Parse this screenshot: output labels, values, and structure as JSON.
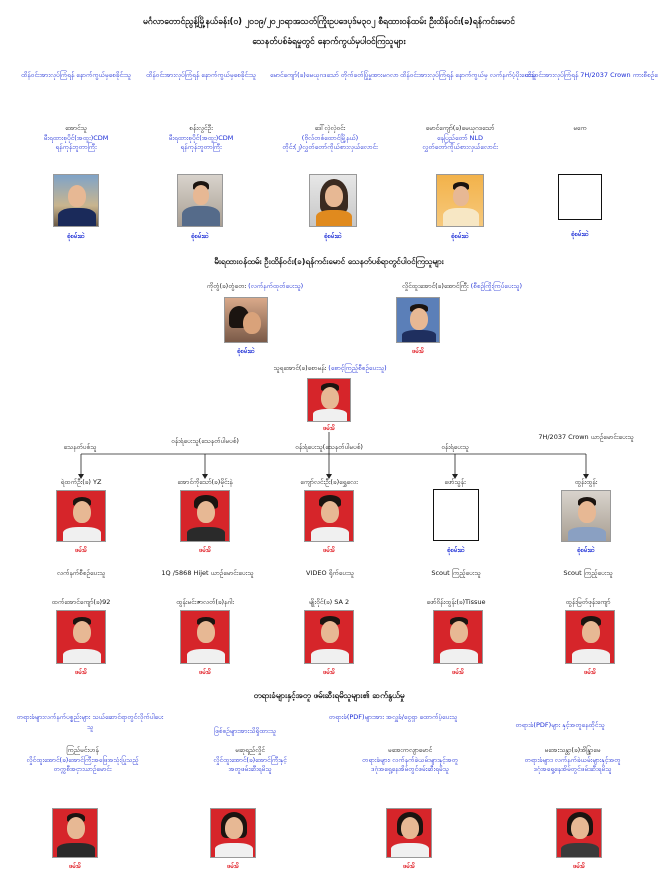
{
  "header": {
    "line1": "မင်္ဂလာတောင်ညွန့်မြို့နယ်ခန်း(၀) ၂၀၁၉/၂၀၂၁ရာအသတ်ကြိုးဥပဒေပုဒ်မ၃၀၂ စီရထားဝန်ထမ်း ဦးထိန်ဝင်း(ခ)ရန်ကင်းမောင်",
    "line2": "သေနတ်ပစ်ခံရမှုတွင် နောက်ကွယ်မှပါဝင်ကြသူများ"
  },
  "section_background": {
    "roles": [
      "ထိန်ဝင်းအားလုပ်ကြံရန် နောက်ကွယ်မှစေခိုင်းသူ",
      "ထိန်ဝင်းအားလုပ်ကြံရန် နောက်ကွယ်မှစေခိုင်းသူ",
      "မောင်ကျော်(ခ)မေယုဂဒသော် တိုက်ခတ်ပြုံမှုအားမဂလာ",
      "ထိန်ဝင်းအားလုပ်ကြံရန် နောက်ကွယ်မှ လက်နက်ပံ့ပိုးပေးသူ",
      "ထိန်ဝင်းအားလုပ်ကြံရန် 7H/2037 Crown ကားစီစဉ်ပေးသူ"
    ],
    "people": [
      {
        "l1": "အောင်သူ",
        "l2": "မီးရထားစုပိုင်(အထူး)CDM",
        "l3": "ရန်ကုန်ဘူတာကြီး",
        "status": "စုံစမ်းဆဲ"
      },
      {
        "l1": "စန်းလွင်ဦး",
        "l2": "မီးရထားစုပိုင်(အထူး)CDM",
        "l3": "ရန်ကုန်ဘူတာကြီး",
        "status": "စုံစမ်းဆဲ"
      },
      {
        "l1": "ဒေါ်လှဲလှဲဝင်း",
        "l2": "(ဗိုလ်တစ်ထောင်မြို့နယ်)",
        "l3": "တိုင်း(၂)လွှတ်တော်ကိုယ်စားလှယ်လောင်း",
        "status": "စုံစမ်းဆဲ"
      },
      {
        "l1": "မောင်ကျော်(ခ)မေယုဂဒသော်",
        "l2": "နေပြည်တော် NLD",
        "l3": "လွှတ်တော်ကိုယ်စားလှယ်လောင်း",
        "status": "စုံစမ်းဆဲ"
      },
      {
        "l1": "မကေ",
        "l2": "",
        "l3": "",
        "status": "စုံစမ်းဆဲ"
      }
    ]
  },
  "section_middle": {
    "title": "မီးရထားဝန်ထမ်း ဦးထိန်ဝင်း(ခ)ရန်ကင်းမောင် သေနတ်ပစ်ရာတွင်ပါဝင်ကြသူများ",
    "left": {
      "name": "ကိုတွံ(ခ)တွံတေး",
      "role": "(လက်နက်ထုတ်ပေးသူ)",
      "status": "စုံစမ်းဆဲ"
    },
    "right": {
      "name": "လှိုင်ထူးအောင်(ခ)အောင်ကြီး",
      "role": "(စီစဉ်ကြိုးကြပ်ပေးသူ)",
      "status": "ဖမ်းမိ"
    },
    "center": {
      "name": "သူရအောင်(ခ)စောမန်း",
      "role": "(စောင့်ကြည့်စီစဉ်ပေးသူ)",
      "status": "ဖမ်းမိ"
    }
  },
  "section_shooters": {
    "roles": [
      "သေနတ်ပစ်သူ",
      "ဝန်းရံပေးသူ(သေနတ်ပါမပစ်)",
      "ဝန်းရံပေးသူ(သေနတ်ပါမပစ်)",
      "ဝန်းရံပေးသူ",
      "7H/2037 Crown ယာဉ်မောင်းပေးသူ"
    ],
    "people": [
      {
        "name": "ရဲထက်ဦး(ခ) YZ",
        "status": "ဖမ်းမိ"
      },
      {
        "name": "အောင်ကိုသော်(ခ)မိုင်းနဲ",
        "status": "ဖမ်းမိ"
      },
      {
        "name": "ကျော်လင်းဦး(ခ)ရွှေလေး",
        "status": "ဖမ်းမိ"
      },
      {
        "name": "ဖော်သွန်း",
        "status": "စုံစမ်းဆဲ"
      },
      {
        "name": "ထွန်းထွန်း",
        "status": "စုံစမ်းဆဲ"
      }
    ]
  },
  "section_support": {
    "roles": [
      "လက်နက်စီစဉ်ပေးသူ",
      "1Q /5868 Hijet ယာဉ်မောင်းပေးသူ",
      "VIDEO ရိုက်ပေးသူ",
      "Scout ကြည့်ပေးသူ",
      "Scout ကြည့်ပေးသူ"
    ],
    "people": [
      {
        "name": "ထက်အောင်ကျော်(ခ)92",
        "status": "ဖမ်းမိ"
      },
      {
        "name": "ထွန်းမင်းဇာလတ်(ခ)နဂါး",
        "status": "ဖမ်းမိ"
      },
      {
        "name": "မျိုးဝိုင်(ခ) SA 2",
        "status": "ဖမ်းမိ"
      },
      {
        "name": "ဖော်ဝိန်းထွန်း(ခ)Tissue",
        "status": "ဖမ်းမိ"
      },
      {
        "name": "ထွန်းမြတ်ဖုန်းကျော်",
        "status": "ဖမ်းမိ"
      }
    ]
  },
  "section_bottom": {
    "title": "တရားခံများနှင့်အတူ ဖမ်းဆီးရမိသူများ၏ ဆက်နွယ်မှု",
    "roles": [
      "တရားခံများလက်နက်ပစ္စည်းများ သယ်ဆောင်ရာတွင်လိုက်ပါပေးသူ",
      "ဖြစ်စဉ်များအားသိရှိထားသူ",
      "တရားခံ(PDF)များအား အလှူခံ/ငွေရှာ ထောက်ပံ့ပေးသူ",
      "တရားခံ(PDF)များ နှင့်အတူနေထိုင်သူ"
    ],
    "people": [
      {
        "l1": "ကြည်မင်းဟန်",
        "l2": "လှိုင်ထူးအောင်(ခ)အောင်ကြီးအဖြေအသုံးပြုသည့်",
        "l3": "တက္ကစီအငှားယာဉ်မောင်း",
        "status": "ဖမ်းမိ"
      },
      {
        "l1": "မဆုရည်လှိုင်",
        "l2": "လှိုင်ထူးအောင်(ခ)အောင်ကြီးနှင့်",
        "l3": "အတူဖမ်းဆီးရမိသူ",
        "status": "ဖမ်းမိ"
      },
      {
        "l1": "မအေးကလျာမောင်",
        "l2": "တရားခံများ၊ လက်နက်ခဲယမ်းများနှင့်အတူ",
        "l3": "ဒဂုံအရှေ့နေအိမ်တွင်ဖမ်းဆီးရမိသူ",
        "status": "ဖမ်းမိ"
      },
      {
        "l1": "မအေးသန္တာ(ခ)အိန္ဒြာမေ",
        "l2": "တရားခံများ၊ လက်နက်ခဲယမ်းများနှင့်အတူ",
        "l3": "ဒဂုံအရှေ့နေအိမ်တွင်ဖမ်းဆီးရမိသူ",
        "status": "ဖမ်းမိ"
      }
    ]
  }
}
